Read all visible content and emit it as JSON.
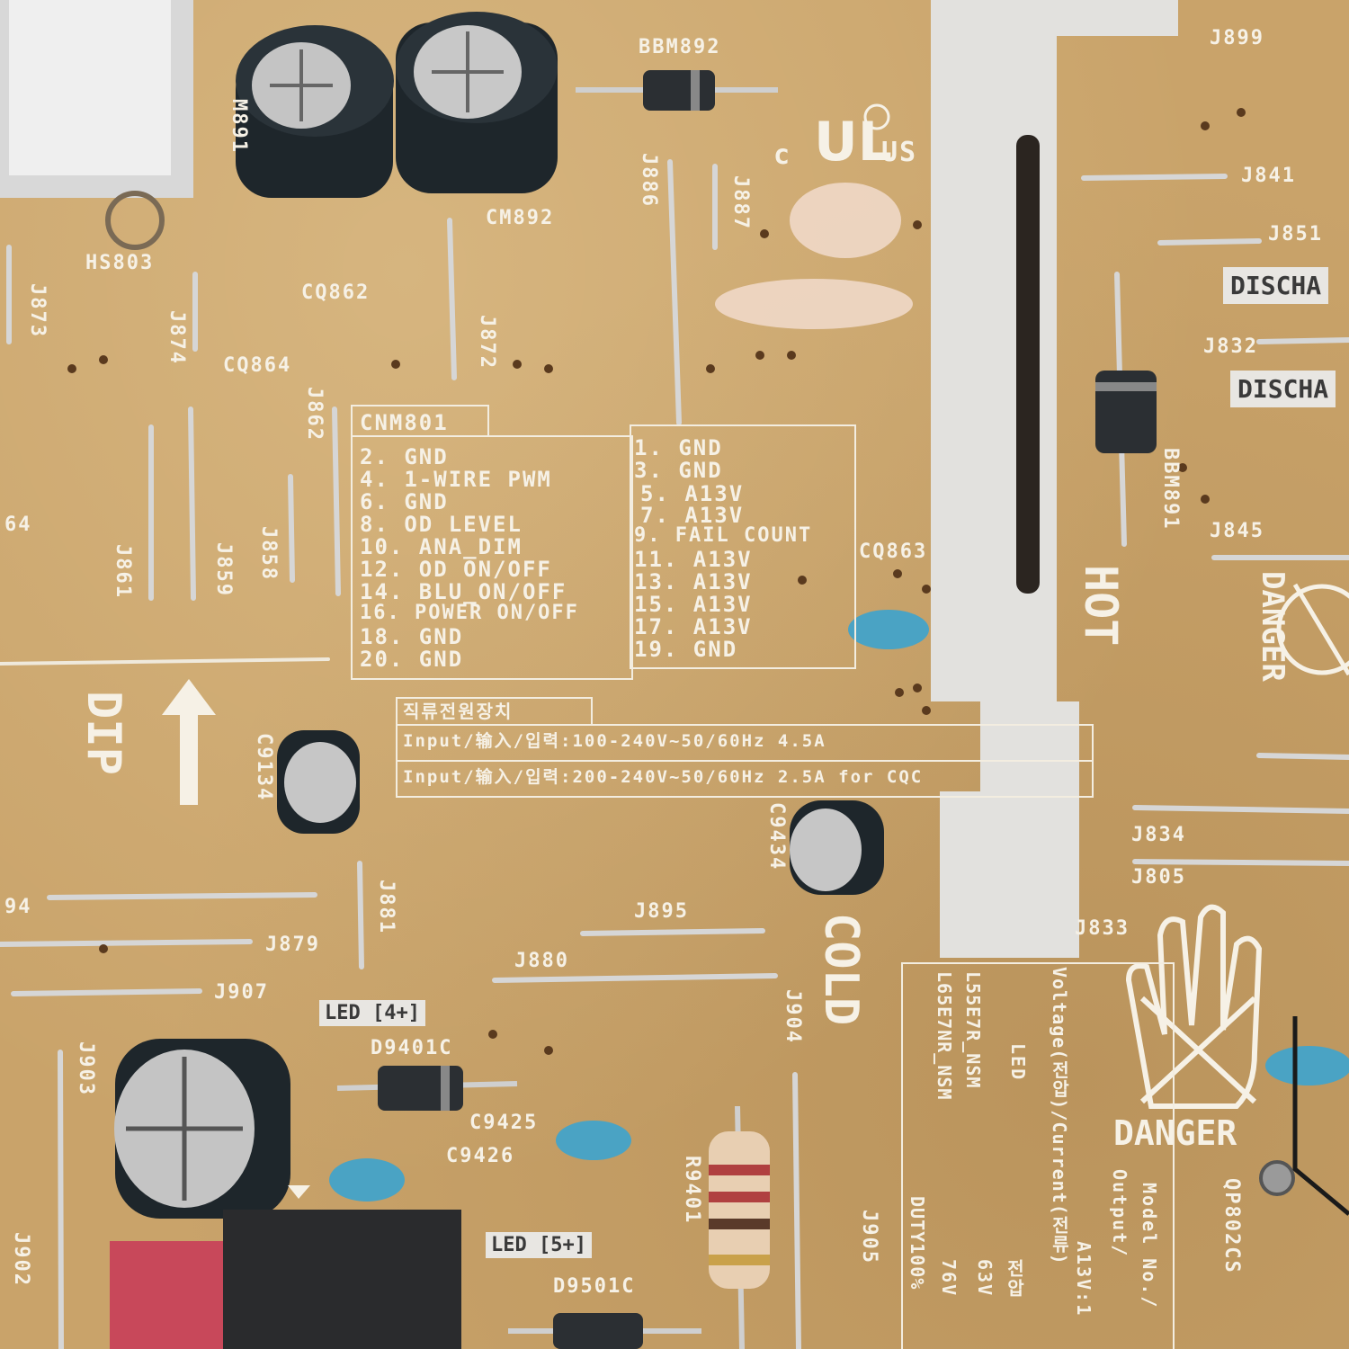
{
  "labels": {
    "hs803": "HS803",
    "m891": "M891",
    "cm892": "CM892",
    "bbm892": "BBM892",
    "bbm891": "BBM891",
    "cq862": "CQ862",
    "cq864": "CQ864",
    "cq863": "CQ863",
    "j899": "J899",
    "j841": "J841",
    "j851": "J851",
    "j832": "J832",
    "j845": "J845",
    "j834": "J834",
    "j805": "J805",
    "j833": "J833",
    "j873": "J873",
    "j874": "J874",
    "j872": "J872",
    "j862": "J862",
    "j886": "J886",
    "j887": "J887",
    "j861": "J861",
    "j859": "J859",
    "j858": "J858",
    "edge64": "64",
    "edge94": "94",
    "j879": "J879",
    "j881": "J881",
    "j907": "J907",
    "j895": "J895",
    "j880": "J880",
    "j904": "J904",
    "j903": "J903",
    "j902": "J902",
    "j905": "J905",
    "c9134": "C9134",
    "c9434": "C9434",
    "c9425": "C9425",
    "c9426": "C9426",
    "d9401c": "D9401C",
    "d9501c": "D9501C",
    "r9401": "R9401",
    "qp802cs": "QP802CS",
    "led4": "LED [4+]",
    "led5": "LED [5+]",
    "dip": "DIP",
    "hot": "HOT",
    "cold": "COLD",
    "danger": "DANGER",
    "ul_us": "US",
    "ul_c": "c"
  },
  "cnm801": {
    "title": "CNM801",
    "left_pins": [
      "2. GND",
      "4. 1-WIRE PWM",
      "6. GND",
      "8. OD LEVEL",
      "10. ANA_DIM",
      "12. OD ON/OFF",
      "14. BLU_ON/OFF",
      "16. POWER ON/OFF",
      "18. GND",
      "20. GND"
    ],
    "right_pins": [
      "1. GND",
      "3. GND",
      "5. A13V",
      "7. A13V",
      "9. FAIL COUNT",
      "11. A13V",
      "13. A13V",
      "15. A13V",
      "17. A13V",
      "19. GND"
    ]
  },
  "rating": {
    "header": "직류전원장치",
    "line1": "Input/输入/입력:100-240V~50/60Hz 4.5A",
    "line2": "Input/输入/입력:200-240V~50/60Hz 2.5A for CQC"
  },
  "side_plates": [
    "DISCHA",
    "DISCHA"
  ],
  "spec_table": {
    "col1": "Voltage(전압)/Current(전류)",
    "col2": "LED",
    "col3": "L55E7R_NSM",
    "col4": "L65E7NR_NSM",
    "col5": "DUTY100%",
    "col6": "76V",
    "col7": "63V",
    "col8": "전압",
    "col9": "Output/",
    "col10": "A13V:1",
    "col11": "Model No./"
  },
  "colors": {
    "board": "#c9a36a",
    "silk": "#f6f1e6",
    "plate": "#e8e6e2",
    "cap_blue": "#4aa3c4",
    "cap_dark": "#1f2a30"
  }
}
